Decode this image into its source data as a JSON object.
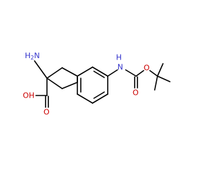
{
  "molecule": {
    "labels": {
      "amine": {
        "main": "H",
        "sub": "2",
        "tail": "N"
      },
      "acid_hydroxyl": "OH",
      "acid_prefix": "H",
      "acid_oxygen": "O",
      "carbamate_nh": "H",
      "carbamate_n": "N",
      "carbonyl_o": "O",
      "ester_o": "O"
    },
    "colors": {
      "nitrogen": "#3333cc",
      "oxygen": "#cc0000",
      "carbon_bond": "#000000"
    }
  }
}
